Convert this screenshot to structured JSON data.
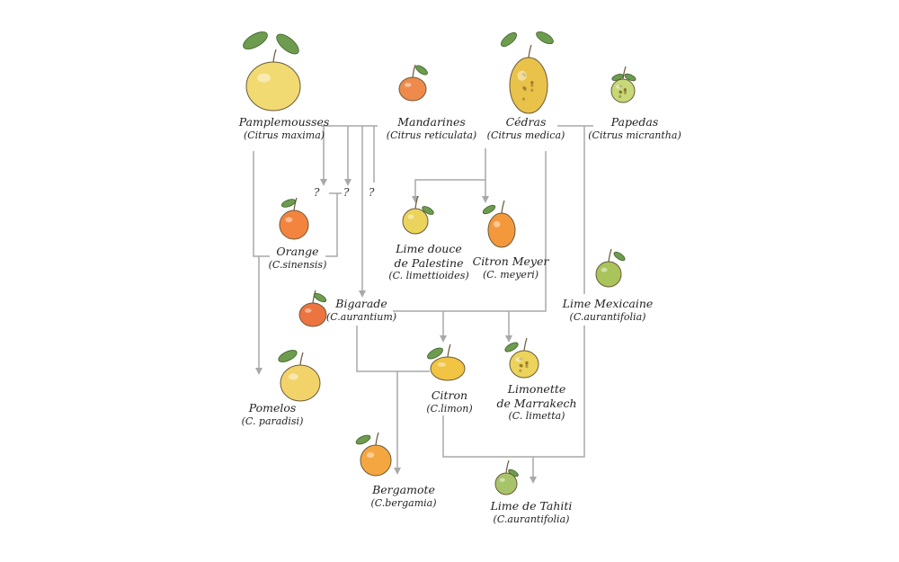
{
  "colors": {
    "line": "#a9a9a9",
    "leaf": "#6e9c4f"
  },
  "nodes": {
    "pamplemousses": {
      "name": "Pamplemousses",
      "sci": "(Citrus maxima)",
      "fruit": "#f1da72",
      "icon": "pomelo-fruit-icon"
    },
    "mandarines": {
      "name": "Mandarines",
      "sci": "(Citrus reticulata)",
      "fruit": "#ee8a4c",
      "icon": "mandarin-fruit-icon"
    },
    "cedras": {
      "name": "Cédras",
      "sci": "(Citrus medica)",
      "fruit": "#e9c24a",
      "icon": "citron-fruit-icon"
    },
    "papedas": {
      "name": "Papedas",
      "sci": "(Citrus micrantha)",
      "fruit": "#c7d877",
      "icon": "papeda-fruit-icon"
    },
    "orange": {
      "name": "Orange",
      "sci": "(C.sinensis)",
      "fruit": "#f2843f",
      "icon": "orange-fruit-icon"
    },
    "lime_douce": {
      "name": "Lime douce",
      "name2": "de Palestine",
      "sci": "(C. limettioides)",
      "fruit": "#ead45c",
      "icon": "sweet-lime-fruit-icon"
    },
    "citron_meyer": {
      "name": "Citron Meyer",
      "sci": "(C. meyeri)",
      "fruit": "#f3993c",
      "icon": "meyer-lemon-fruit-icon"
    },
    "lime_mexicaine": {
      "name": "Lime Mexicaine",
      "sci": "(C.aurantifolia)",
      "fruit": "#a8c45a",
      "icon": "mexican-lime-fruit-icon"
    },
    "bigarade": {
      "name": "Bigarade",
      "sci": "(C.aurantium)",
      "fruit": "#ec7440",
      "icon": "bitter-orange-fruit-icon"
    },
    "pomelos": {
      "name": "Pomelos",
      "sci": "(C. paradisi)",
      "fruit": "#f2d36a",
      "icon": "grapefruit-fruit-icon"
    },
    "citron": {
      "name": "Citron",
      "sci": "(C.limon)",
      "fruit": "#f1c443",
      "icon": "lemon-fruit-icon"
    },
    "limonette": {
      "name": "Limonette",
      "name2": "de Marrakech",
      "sci": "(C. limetta)",
      "fruit": "#ecd35c",
      "icon": "limetta-fruit-icon"
    },
    "bergamote": {
      "name": "Bergamote",
      "sci": "(C.bergamia)",
      "fruit": "#f4a640",
      "icon": "bergamot-fruit-icon"
    },
    "lime_tahiti": {
      "name": "Lime de Tahiti",
      "sci": "(C.aurantifolia)",
      "fruit": "#a8c46a",
      "icon": "tahiti-lime-fruit-icon"
    }
  },
  "unknown_marks": [
    "?",
    "?",
    "?"
  ]
}
